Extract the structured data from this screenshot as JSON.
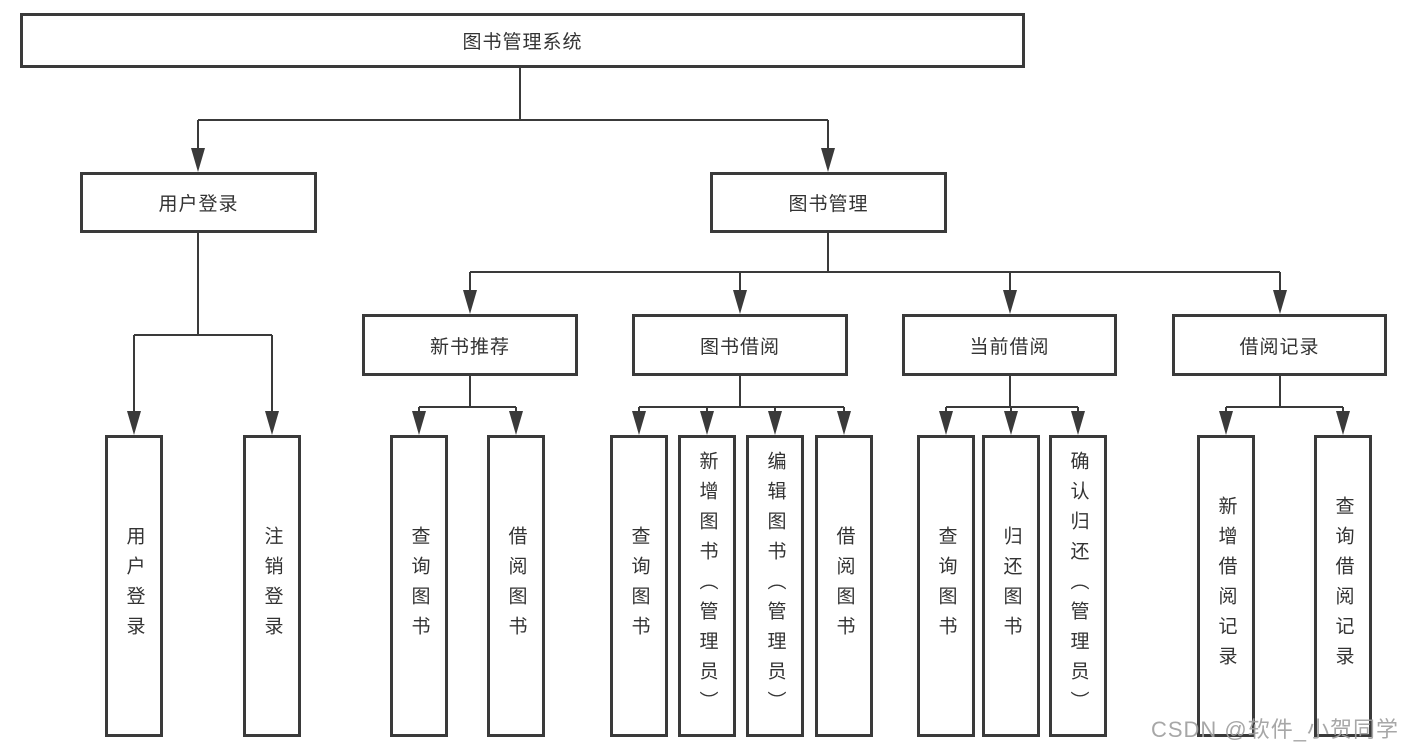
{
  "diagram": {
    "root": {
      "label": "图书管理系统",
      "children": [
        {
          "label": "用户登录",
          "children": [
            {
              "label": "用户登录"
            },
            {
              "label": "注销登录"
            }
          ]
        },
        {
          "label": "图书管理",
          "children": [
            {
              "label": "新书推荐",
              "children": [
                {
                  "label": "查询图书"
                },
                {
                  "label": "借阅图书"
                }
              ]
            },
            {
              "label": "图书借阅",
              "children": [
                {
                  "label": "查询图书"
                },
                {
                  "label": "新增图书（管理员）"
                },
                {
                  "label": "编辑图书（管理员）"
                },
                {
                  "label": "借阅图书"
                }
              ]
            },
            {
              "label": "当前借阅",
              "children": [
                {
                  "label": "查询图书"
                },
                {
                  "label": "归还图书"
                },
                {
                  "label": "确认归还（管理员）"
                }
              ]
            },
            {
              "label": "借阅记录",
              "children": [
                {
                  "label": "新增借阅记录"
                },
                {
                  "label": "查询借阅记录"
                }
              ]
            }
          ]
        }
      ]
    }
  },
  "watermark": {
    "text": "CSDN @软件_小贺同学"
  },
  "colors": {
    "line": "#3a3a3a",
    "border": "#3a3a3a",
    "text": "#333333",
    "watermark": "#a0a0a0",
    "background": "#ffffff"
  }
}
